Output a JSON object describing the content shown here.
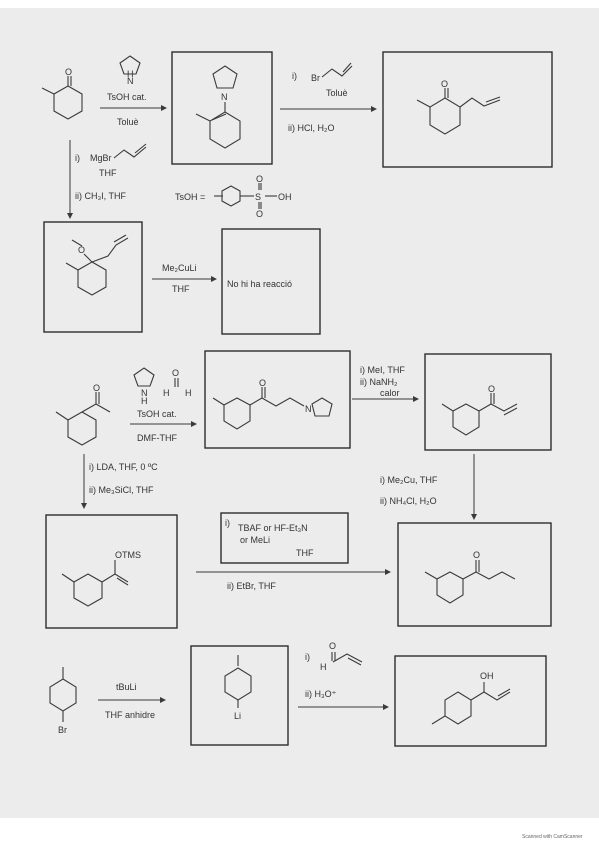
{
  "reactions": {
    "r1": {
      "reagent_top": "TsOH cat.",
      "reagent_bottom": "Toluè"
    },
    "r2": {
      "step_i": "i)",
      "step_i_solvent": "Toluè",
      "step_ii": "ii) HCl, H₂O"
    },
    "r3": {
      "step_i": "i)",
      "step_i_solvent": "THF",
      "step_ii": "ii) CH₃I, THF"
    },
    "tsoh": {
      "label": "TsOH ="
    },
    "r4": {
      "reagent_top": "Me₂CuLi",
      "reagent_bottom": "THF",
      "result": "No hi ha reacció"
    },
    "r5": {
      "reagent_top": "TsOH cat.",
      "reagent_bottom": "DMF-THF"
    },
    "r6": {
      "step_i": "i) MeI, THF",
      "step_ii": "ii) NaNH₂",
      "step_ii_b": "calor"
    },
    "r7": {
      "step_i": "i) LDA, THF, 0 ºC",
      "step_ii": "ii) Me₃SiCl, THF"
    },
    "r8": {
      "step_i": "i) Me₂Cu, THF",
      "step_ii": "ii) NH₄Cl, H₂O"
    },
    "r9": {
      "step_i_prefix": "i)",
      "step_i": "TBAF or HF-Et₃N",
      "step_i_b": "or MeLi",
      "step_i_solvent": "THF",
      "step_ii": "ii) EtBr, THF"
    },
    "r10": {
      "reagent_top": "tBuLi",
      "reagent_bottom": "THF anhidre"
    },
    "r11": {
      "step_i": "i)",
      "step_ii": "ii) H₃O⁺"
    }
  },
  "atoms": {
    "O": "O",
    "N": "N",
    "H": "H",
    "Br": "Br",
    "Li": "Li",
    "S": "S",
    "OH": "OH",
    "OTMS": "OTMS",
    "MgBr": "MgBr"
  },
  "footer": {
    "watermark": "Scanned with CamScanner"
  }
}
